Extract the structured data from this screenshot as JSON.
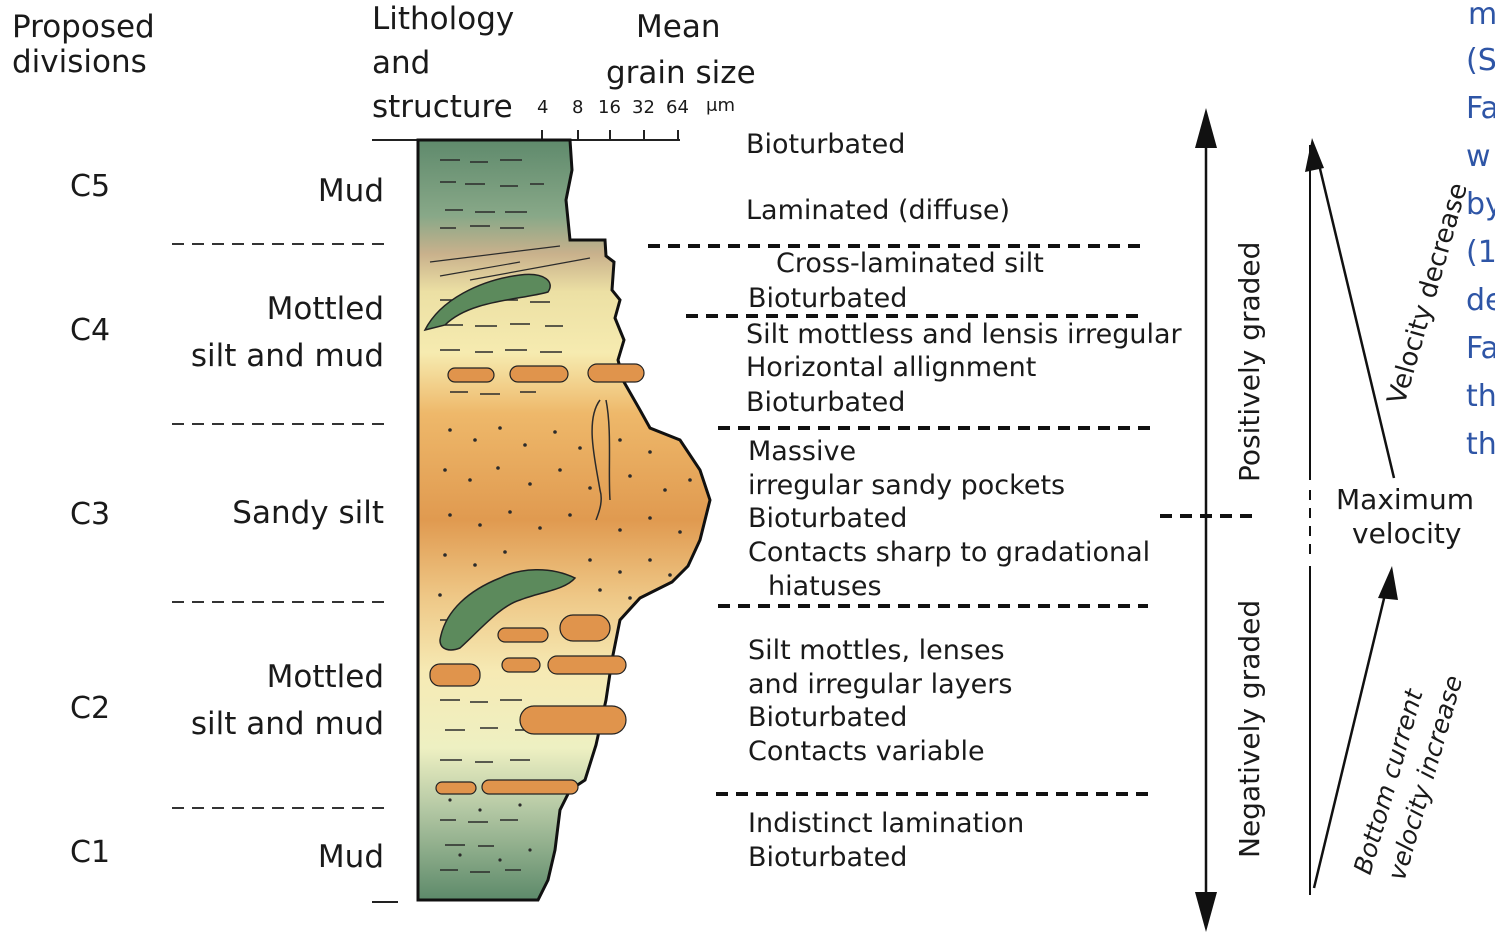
{
  "headers": {
    "proposed_divisions": [
      "Proposed",
      "divisions"
    ],
    "lithology_structure": [
      "Lithology",
      "and",
      "structure"
    ],
    "mean_grain_size": [
      "Mean",
      "grain size"
    ],
    "grain_ticks": [
      "4",
      "8",
      "16",
      "32",
      "64",
      "μm"
    ]
  },
  "divisions": [
    {
      "code": "C5",
      "lithology": [
        "Mud"
      ]
    },
    {
      "code": "C4",
      "lithology": [
        "Mottled",
        "silt and mud"
      ]
    },
    {
      "code": "C3",
      "lithology": [
        "Sandy silt"
      ]
    },
    {
      "code": "C2",
      "lithology": [
        "Mottled",
        "silt and mud"
      ]
    },
    {
      "code": "C1",
      "lithology": [
        "Mud"
      ]
    }
  ],
  "descriptions": {
    "c5": [
      "Bioturbated",
      "Laminated (diffuse)"
    ],
    "c4": [
      "Cross-laminated silt",
      "Bioturbated",
      "Silt mottless and lensis irregular",
      "Horizontal allignment",
      "Bioturbated"
    ],
    "c3": [
      "Massive",
      "irregular sandy pockets",
      "Bioturbated",
      "Contacts sharp to gradational",
      "hiatuses"
    ],
    "c2": [
      "Silt mottles, lenses",
      "and irregular layers",
      "Bioturbated",
      "Contacts variable"
    ],
    "c1": [
      "Indistinct lamination",
      "Bioturbated"
    ]
  },
  "grading": {
    "positive": "Positively graded",
    "negative": "Negatively graded"
  },
  "velocity": {
    "decrease": "Velocity decrease",
    "maximum": [
      "Maximum",
      "velocity"
    ],
    "increase": [
      "Bottom current",
      "velocity increase"
    ]
  },
  "cut_text_right": [
    "m",
    "(S",
    "Fa",
    "w",
    "by",
    "(1",
    "de",
    "Fa",
    "th",
    "th"
  ],
  "colors": {
    "mud_green": "#6e9474",
    "silt_yellow": "#f4e6a5",
    "sand_orange": "#e0a05a",
    "mottle_green": "#5c8a5c",
    "text_blue": "#2e55a6"
  }
}
